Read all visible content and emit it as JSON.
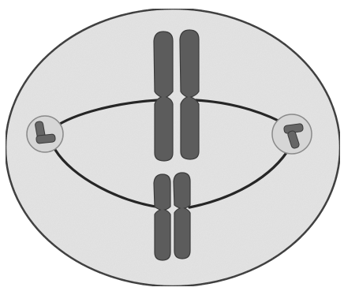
{
  "colors": {
    "background": "#ffffff",
    "cell_fill": "#e3e3e3",
    "cell_outline": "#2e2e2e",
    "spindle": "#262626",
    "chromosome": "#5c5c5c",
    "chromosome_edge": "#3a3a3a",
    "centrosome_fill": "#d6d6d6",
    "centrosome_outline": "#8a8a8a",
    "centriole": "#666666"
  },
  "diagram": {
    "structures": [
      {
        "id": "cell",
        "icon": "ellipse"
      },
      {
        "id": "centrosome-left",
        "icon": "circle-with-centrioles"
      },
      {
        "id": "centrosome-right",
        "icon": "circle-with-centrioles"
      },
      {
        "id": "spindle-fibers",
        "icon": "curved-lines"
      },
      {
        "id": "chromosome-long",
        "icon": "replicated-chromosome"
      },
      {
        "id": "chromosome-short",
        "icon": "replicated-chromosome"
      }
    ]
  }
}
